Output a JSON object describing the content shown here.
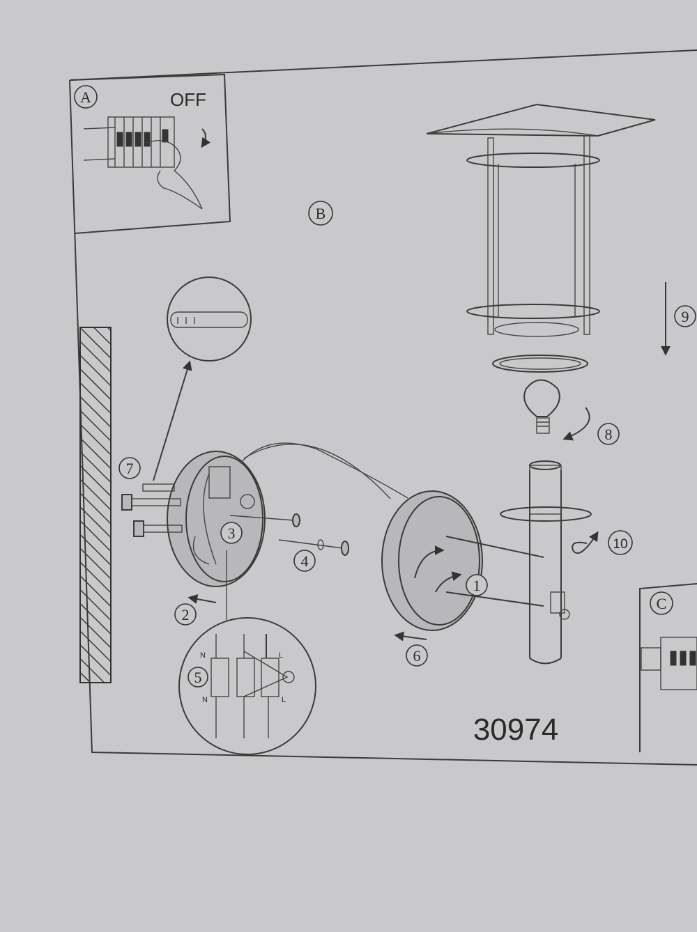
{
  "panels": {
    "a": {
      "letter": "A",
      "switch_label": "OFF"
    },
    "b": {
      "letter": "B"
    },
    "c": {
      "letter": "C"
    }
  },
  "steps": [
    "1",
    "2",
    "3",
    "4",
    "5",
    "6",
    "7",
    "8",
    "9",
    "10"
  ],
  "wiring": {
    "left_top": "N",
    "right_top": "L",
    "left_bottom": "N",
    "right_bottom": "L"
  },
  "model_number": "30974"
}
